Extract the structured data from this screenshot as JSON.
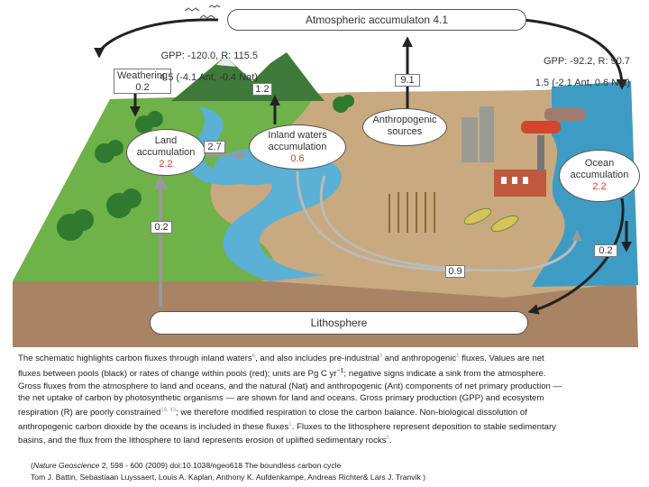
{
  "pools": {
    "atmosphere": {
      "label": "Atmospheric accumulaton 4.1"
    },
    "land": {
      "label_line1": "Land",
      "label_line2": "accumulation",
      "value": "2.2"
    },
    "inland": {
      "label_line1": "Inland waters",
      "label_line2": "accumulation",
      "value": "0.6"
    },
    "ocean": {
      "label_line1": "Ocean",
      "label_line2": "accumulation",
      "value": "2.2"
    },
    "anthropogenic": {
      "label_line1": "Anthropogenic",
      "label_line2": "sources"
    },
    "lithosphere": {
      "label": "Lithosphere"
    }
  },
  "weathering": {
    "label": "Weathering",
    "value": "0.2"
  },
  "gpp_land": {
    "line1": "GPP: -120.0, R: 115.5",
    "line2": "4.5 (-4.1 Ant, -0.4 Nat)"
  },
  "gpp_ocean": {
    "line1": "GPP: -92.2, R: 90.7",
    "line2": "1.5 (-2.1 Ant, 0.6 Nat)"
  },
  "fluxes": {
    "inland_to_atmosphere": "1.2",
    "anthropogenic_to_atmosphere": "9.1",
    "land_to_inland": "2.7",
    "lithosphere_to_land": "0.2",
    "inland_to_lithosphere": "0.9",
    "ocean_to_lithosphere": "0.2"
  },
  "caption": {
    "p1": "The schematic highlights carbon fluxes through inland waters",
    "r1": "6",
    "p2": ", and also includes pre-industrial",
    "r2": "3",
    "p3": " and anthropogenic",
    "r3": "1",
    "p4": " fluxes. Values are net fluxes between pools (black) or rates of change within pools (red); units are Pg C yr",
    "unit_exp": "−1",
    "p5": "; negative signs indicate a sink from the atmosphere. Gross fluxes from the atmosphere to land and oceans, and the natural (Nat) and anthropogenic (Ant) components of net primary production — the net uptake of carbon by photosynthetic organisms — are shown for land and oceans. Gross primary production (GPP) and ecosystem respiration (R) are poorly constrained",
    "r4": "16, 43",
    "p6": "; we therefore modified respiration to close the carbon balance. Non-biological dissolution of anthropogenic carbon dioxide by the oceans is included in these fluxes",
    "r5": "1",
    "p7": ". Fluxes to the lithosphere represent deposition to stable sedimentary basins, and the flux from the lithosphere to land represents erosion of uplifted sedimentary rocks",
    "r6": "3",
    "p8": "."
  },
  "citation": {
    "journal": "Nature Geoscience",
    "ref": " 2, 598 - 600 (2009) doi:10.1038/ngeo618 The boundless carbon cycle",
    "authors": "Tom J. Battin, Sebastiaan Luyssaert, Louis A. Kaplan, Anthony K. Aufdenkampe, Andreas Richter& Lars J. Tranvik )"
  },
  "colors": {
    "value_red": "#d0402c",
    "land_green": "#6fb24a",
    "water_blue": "#5bb0d6",
    "ocean_blue": "#3e9cc4",
    "sand": "#c9a97f",
    "bedrock": "#a88464"
  }
}
